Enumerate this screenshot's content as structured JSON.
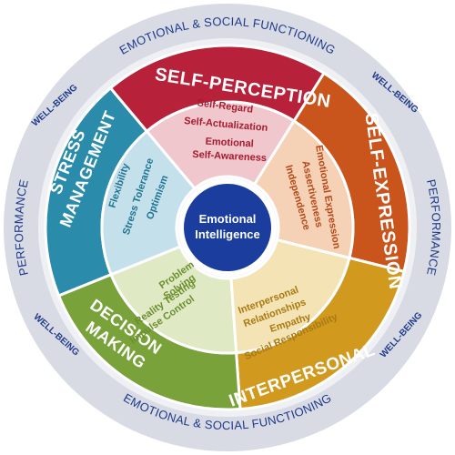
{
  "outer_ring": {
    "top": "EMOTIONAL & SOCIAL FUNCTIONING",
    "bottom": "EMOTIONAL & SOCIAL FUNCTIONING",
    "left": "PERFORMANCE",
    "right": "PERFORMANCE",
    "well_being": [
      "WELL-BEING",
      "WELL-BEING",
      "WELL-BEING",
      "WELL-BEING"
    ]
  },
  "center": {
    "line1": "Emotional",
    "line2": "Intelligence",
    "color": "#1b3d9e"
  },
  "domains": [
    {
      "id": "self-perception",
      "title": [
        "SELF-PERCEPTION"
      ],
      "subscales": [
        "Self-Regard",
        "Self-Actualization",
        "Emotional",
        "Self-Awareness"
      ],
      "color_dark": "#b8213a",
      "color_light": "#efc7cc",
      "text_color": "#a61b30"
    },
    {
      "id": "self-expression",
      "title": [
        "SELF-EXPRESSION"
      ],
      "subscales": [
        "Emotional Expression",
        "Assertiveness",
        "Independence"
      ],
      "color_dark": "#c9551d",
      "color_light": "#f5d2b5",
      "text_color": "#b5481b"
    },
    {
      "id": "interpersonal",
      "title": [
        "INTERPERSONAL"
      ],
      "subscales": [
        "Interpersonal",
        "Relationships",
        "Empathy",
        "Social Responsibility"
      ],
      "color_dark": "#d19a1f",
      "color_light": "#f4e3b4",
      "text_color": "#a87a12"
    },
    {
      "id": "decision-making",
      "title": [
        "DECISION",
        "MAKING"
      ],
      "subscales": [
        "Problem",
        "Solving",
        "Reality Testing",
        "Impulse Control"
      ],
      "color_dark": "#7aa23a",
      "color_light": "#dfe9c4",
      "text_color": "#6c8d2e"
    },
    {
      "id": "stress-management",
      "title": [
        "STRESS",
        "MANAGEMENT"
      ],
      "subscales": [
        "Flexibility",
        "Stress Tolerance",
        "Optimism"
      ],
      "color_dark": "#2a8bab",
      "color_light": "#c4e0ea",
      "text_color": "#1f7392"
    }
  ]
}
